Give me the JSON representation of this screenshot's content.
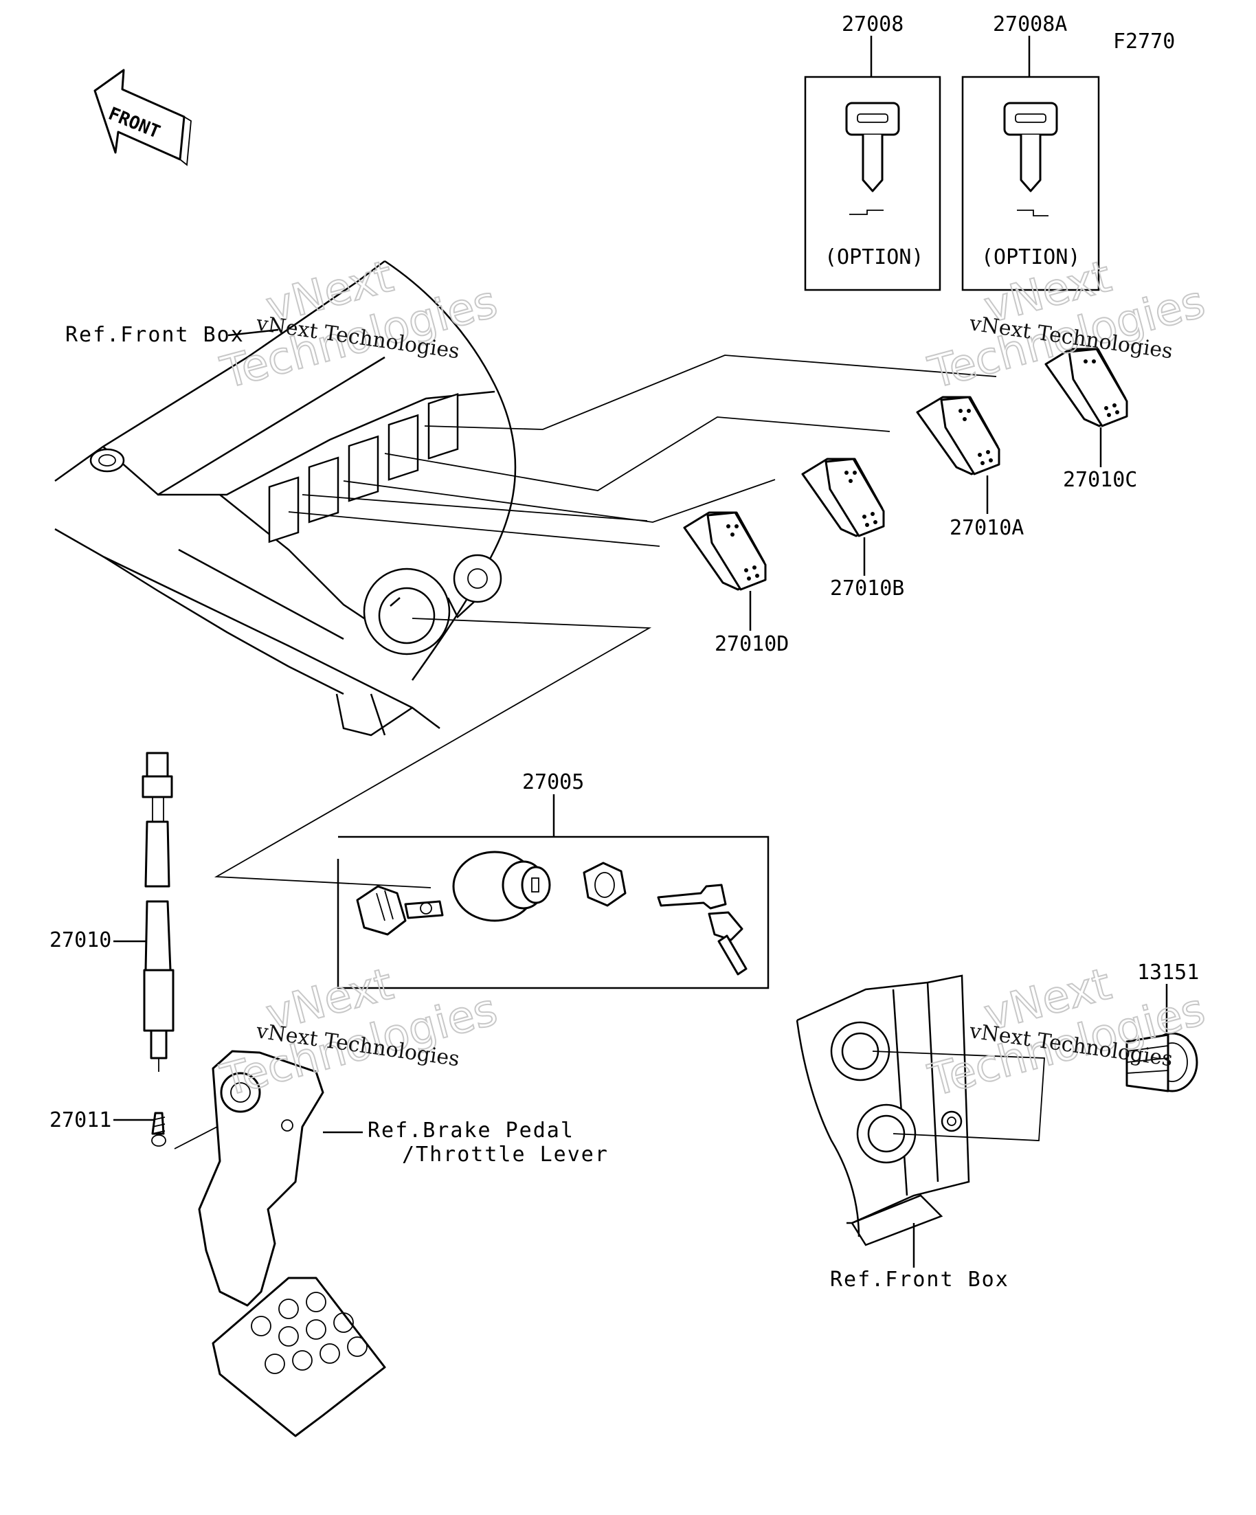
{
  "figure_code": "F2770",
  "front_label": "FRONT",
  "parts": {
    "p27008": "27008",
    "p27008A": "27008A",
    "p27010C": "27010C",
    "p27010A": "27010A",
    "p27010B": "27010B",
    "p27010D": "27010D",
    "p27005": "27005",
    "p27010": "27010",
    "p27011": "27011",
    "p13151": "13151"
  },
  "option_text": "(OPTION)",
  "refs": {
    "front_box_top": "Ref.Front Box",
    "brake_pedal_line1": "Ref.Brake Pedal",
    "brake_pedal_line2": "/Throttle Lever",
    "front_box_bottom": "Ref.Front Box"
  },
  "watermark": {
    "line1": "vNext Technologies",
    "line2": "vNext",
    "line3": "Technologies"
  }
}
